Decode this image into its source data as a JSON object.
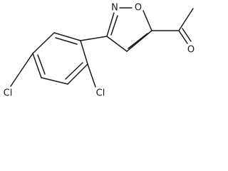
{
  "molecule": {
    "atoms": {
      "n1": "N",
      "o1": "O",
      "o2": "O",
      "cl1": "Cl",
      "cl2": "Cl"
    }
  }
}
